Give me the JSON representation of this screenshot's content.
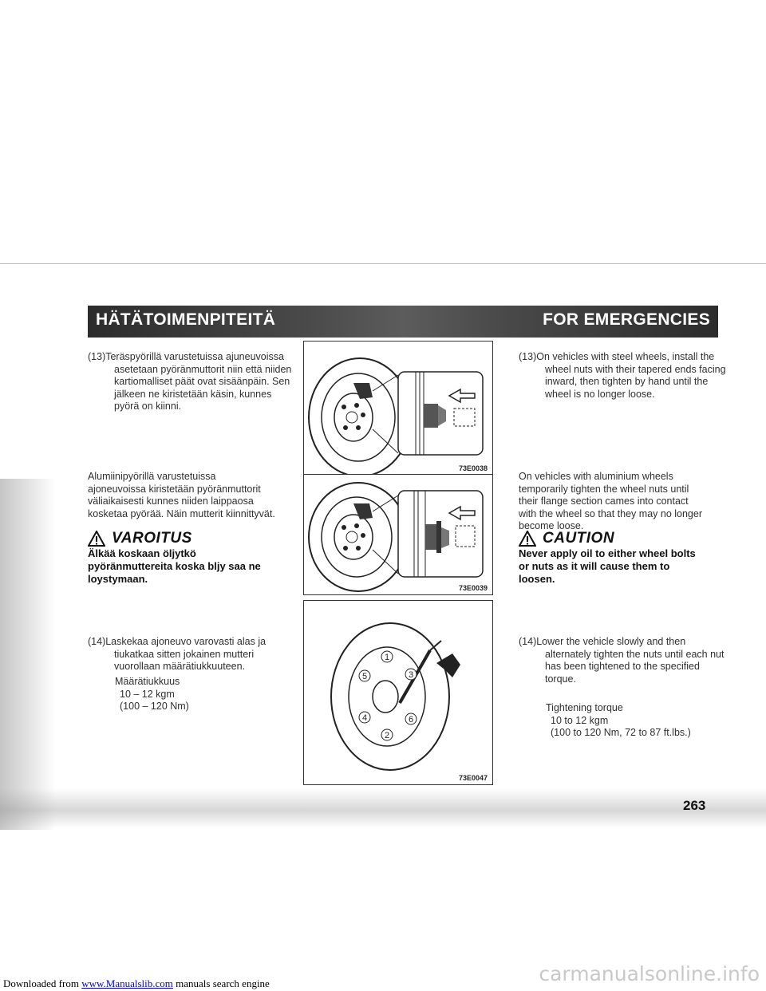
{
  "footer": {
    "prefix": "Downloaded from",
    "link": "www.Manualslib.com",
    "suffix": "manuals search engine",
    "watermark": "carmanualsonline.info"
  },
  "header": {
    "left_title": "HÄTÄTOIMENPITEITÄ",
    "right_title": "FOR EMERGENCIES"
  },
  "finnish": {
    "p13": "(13)Teräspyörillä varustetuissa ajuneuvoissa asetetaan pyöränmuttorit niin että niiden kartiomalliset päät ovat sisäänpäin. Sen jälkeen ne kiristetään käsin, kunnes pyörä on kiinni.",
    "p_alu": "Alumiinipyörillä varustetuissa ajoneuvoissa kiristetään pyöränmuttorit väliaikaisesti kunnes niiden laippaosa kosketaa pyörää. Näin mutterit kiinnittyvät.",
    "caution_title": "VAROITUS",
    "caution_body": "Älkää koskaan öljytkö pyöränmuttereita koska bljy saa ne loystymaan.",
    "p14": "(14)Laskekaa ajoneuvo varovasti alas ja tiukatkaa sitten jokainen mutteri vuorollaan määrätiukkuuteen.",
    "torque_label": "Määrätiukkuus",
    "torque_1": "10 – 12 kgm",
    "torque_2": "(100 – 120 Nm)"
  },
  "english": {
    "p13": "(13)On vehicles with steel wheels, install the wheel nuts with their tapered ends facing inward, then tighten by hand until the wheel is no longer loose.",
    "p_alu": "On vehicles with aluminium wheels temporarily tighten the wheel nuts until their flange section cames into contact with the wheel so that they may no longer become loose.",
    "caution_title": "CAUTION",
    "caution_body": "Never apply oil to either wheel bolts or nuts as it will cause them to loosen.",
    "p14": "(14)Lower the vehicle slowly and then alternately tighten the nuts until each nut has been tightened to the specified torque.",
    "torque_label": "Tightening torque",
    "torque_1": "10 to 12 kgm",
    "torque_2": "(100 to 120 Nm, 72 to 87 ft.lbs.)"
  },
  "figures": {
    "fig1_code": "73E0038",
    "fig2_code": "73E0039",
    "fig3_code": "73E0047",
    "nut_numbers": [
      "1",
      "2",
      "3",
      "4",
      "5",
      "6"
    ]
  },
  "page_number": "263"
}
